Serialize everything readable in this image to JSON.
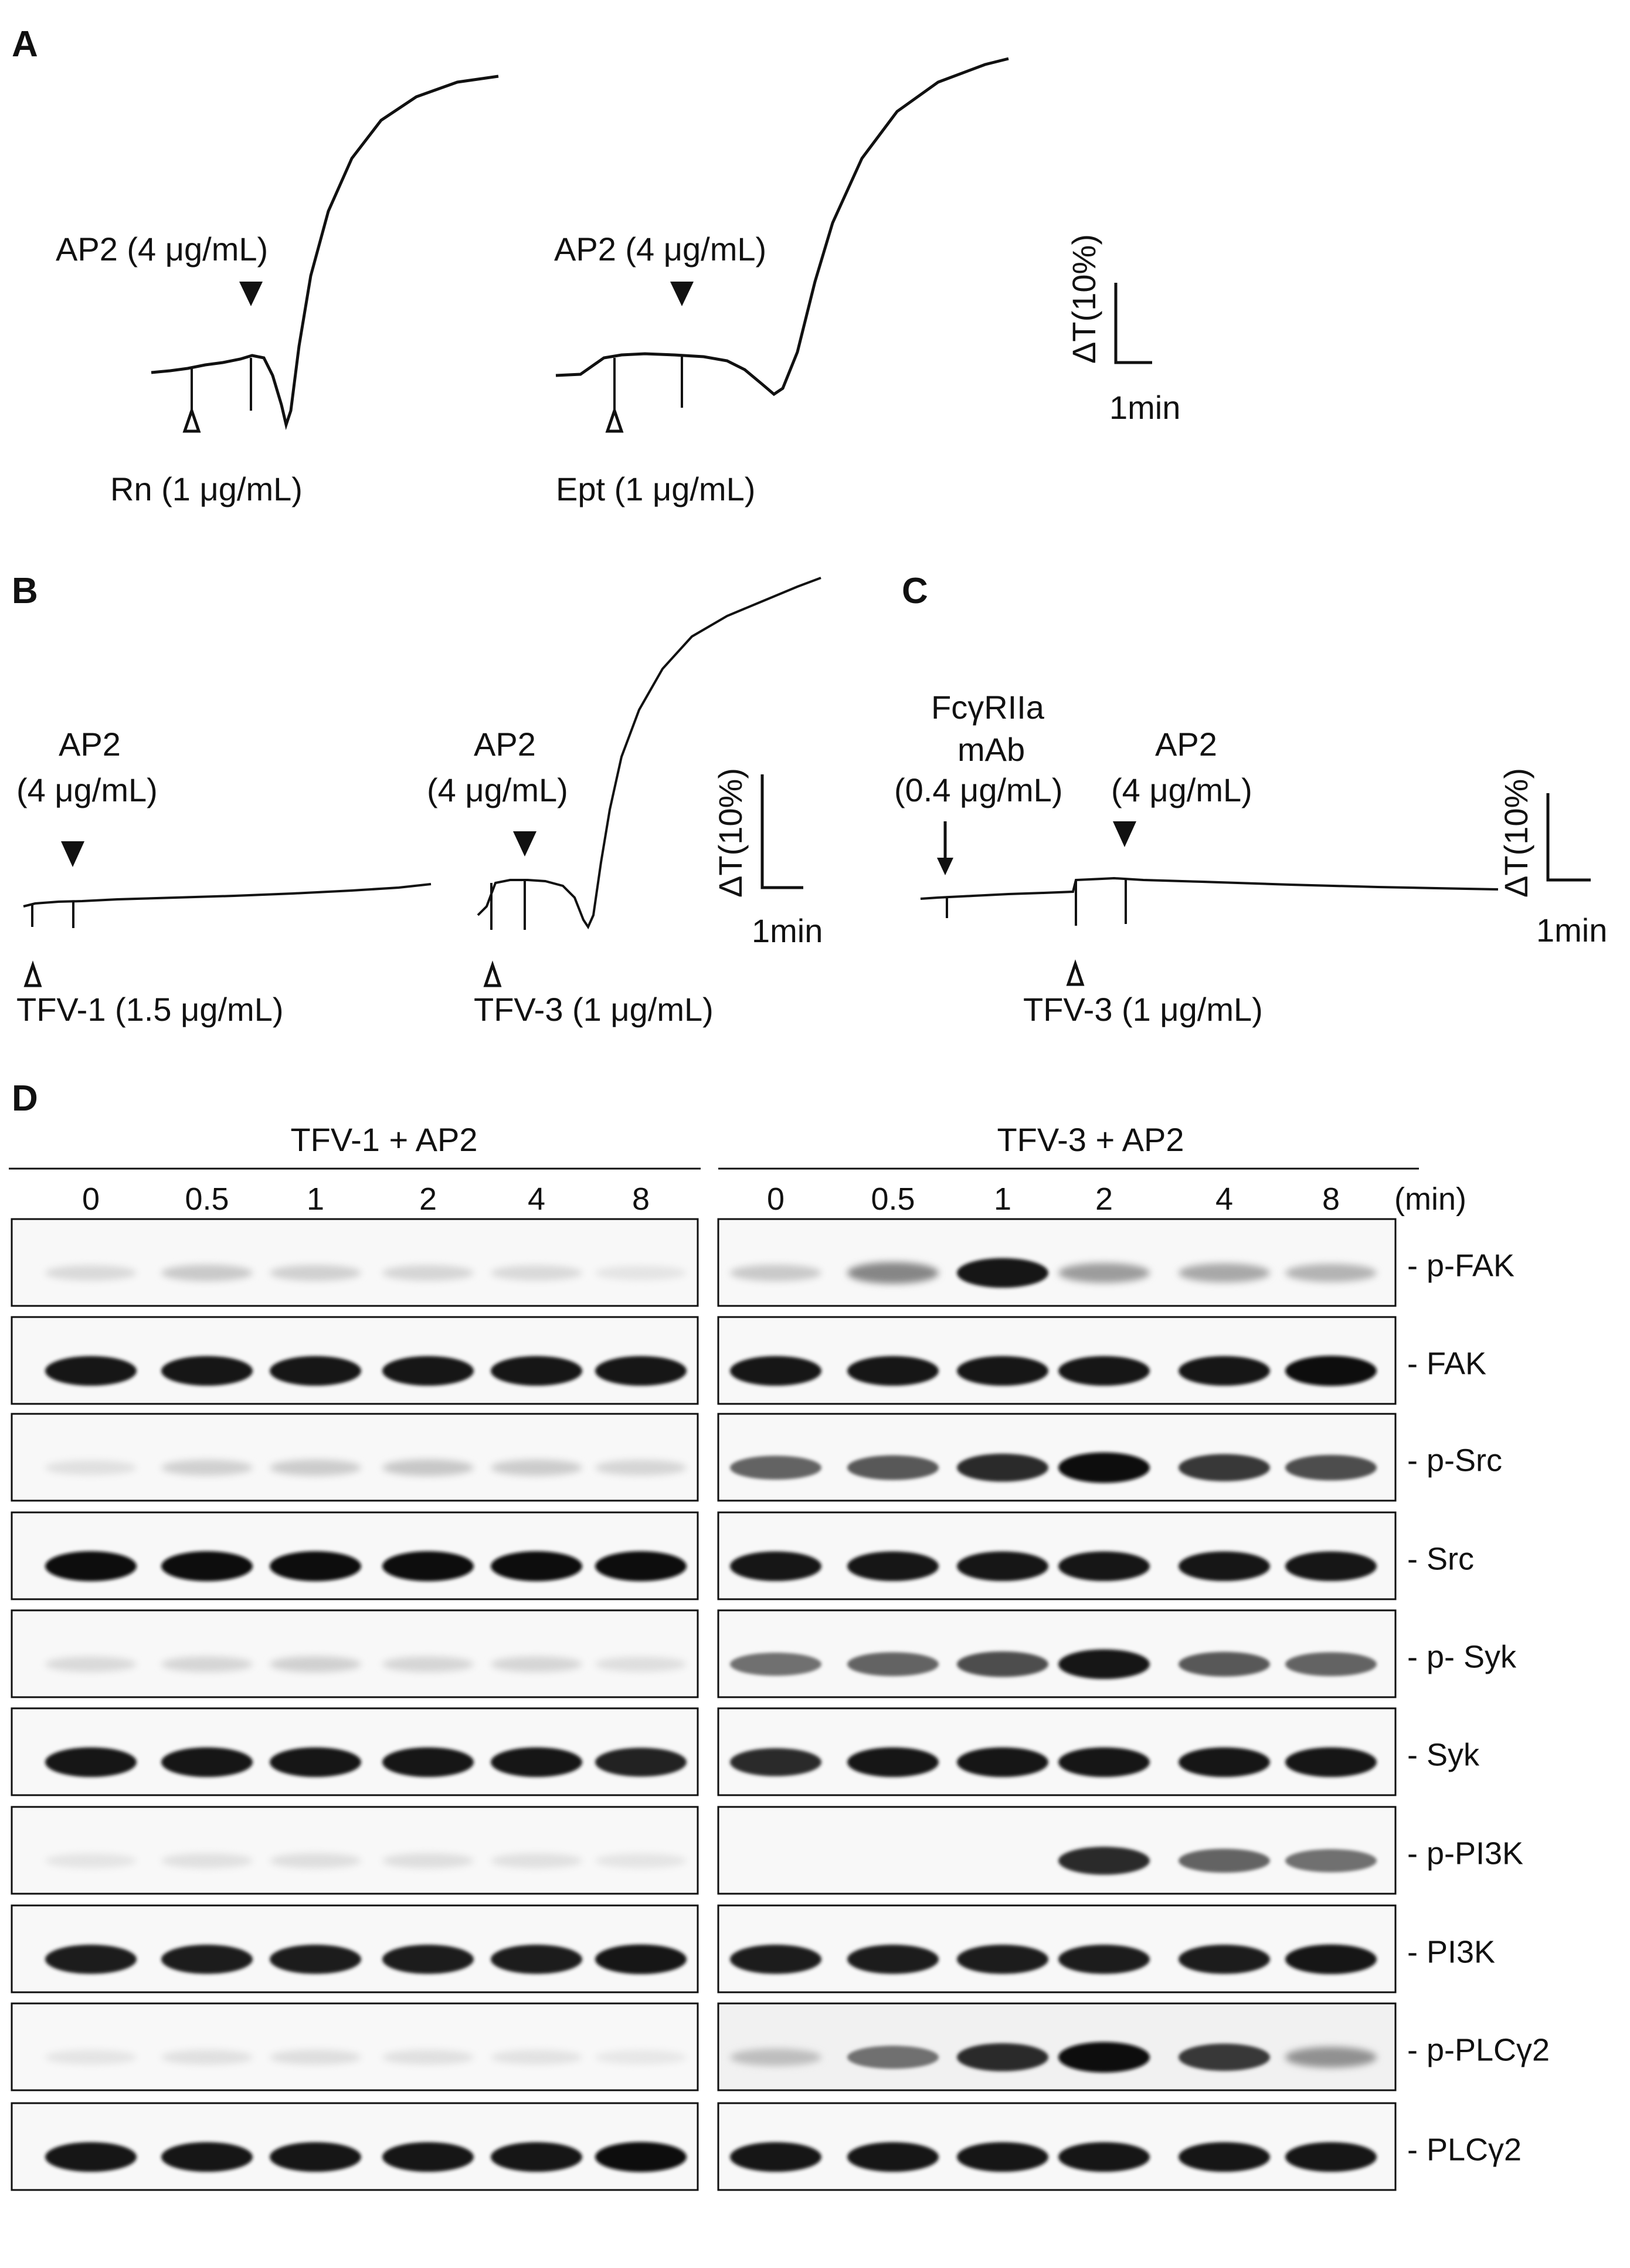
{
  "panels": {
    "A": {
      "label": "A",
      "left": {
        "agonist": "AP2 (4 μg/mL)",
        "pretreat": "Rn (1 μg/mL)"
      },
      "right": {
        "agonist": "AP2 (4 μg/mL)",
        "pretreat": "Ept (1 μg/mL)"
      },
      "scale_y": "ΔT(10%)",
      "scale_x": "1min"
    },
    "B": {
      "label": "B",
      "left": {
        "agonist_line1": "AP2",
        "agonist_line2": "(4 μg/mL)",
        "pretreat": "TFV-1 (1.5 μg/mL)"
      },
      "right": {
        "agonist_line1": "AP2",
        "agonist_line2": "(4 μg/mL)",
        "pretreat": "TFV-3 (1 μg/mL)"
      },
      "scale_y": "ΔT(10%)",
      "scale_x": "1min"
    },
    "C": {
      "label": "C",
      "antibody_line1": "FcγRIIa",
      "antibody_line2": "mAb",
      "antibody_line3": "(0.4 μg/mL)",
      "agonist_line1": "AP2",
      "agonist_line2": "(4 μg/mL)",
      "pretreat": "TFV-3 (1 μg/mL)",
      "scale_y": "ΔT(10%)",
      "scale_x": "1min"
    },
    "D": {
      "label": "D",
      "group_left": "TFV-1 + AP2",
      "group_right": "TFV-3 + AP2",
      "time_unit": "(min)",
      "times": [
        "0",
        "0.5",
        "1",
        "2",
        "4",
        "8"
      ],
      "proteins": [
        "- p-FAK",
        "- FAK",
        "- p-Src",
        "- Src",
        "- p- Syk",
        "- Syk",
        "- p-PI3K",
        "- PI3K",
        "- p-PLCγ2",
        "- PLCγ2"
      ]
    }
  }
}
